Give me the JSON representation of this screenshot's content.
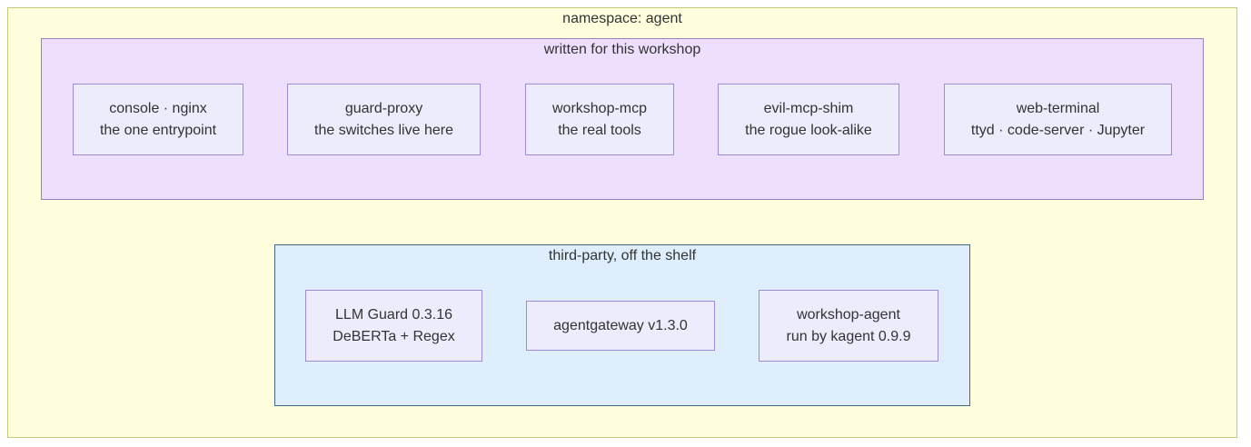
{
  "namespace": {
    "title": "namespace: agent"
  },
  "groups": {
    "workshop": {
      "title": "written for this workshop",
      "nodes": [
        {
          "line1": "console · nginx",
          "line2": "the one entrypoint"
        },
        {
          "line1": "guard-proxy",
          "line2": "the switches live here"
        },
        {
          "line1": "workshop-mcp",
          "line2": "the real tools"
        },
        {
          "line1": "evil-mcp-shim",
          "line2": "the rogue look-alike"
        },
        {
          "line1": "web-terminal",
          "line2": "ttyd · code-server · Jupyter"
        }
      ]
    },
    "third_party": {
      "title": "third-party, off the shelf",
      "nodes": [
        {
          "line1": "LLM Guard 0.3.16",
          "line2": "DeBERTa + Regex"
        },
        {
          "line1": "agentgateway v1.3.0"
        },
        {
          "line1": "workshop-agent",
          "line2": "run by kagent 0.9.9"
        }
      ]
    }
  },
  "colors": {
    "namespace_fill": "#ffffde",
    "workshop_fill": "#eedfff",
    "third_party_fill": "#deeefd",
    "node_fill": "#ececfd",
    "node_border": "#9f8ad6"
  }
}
